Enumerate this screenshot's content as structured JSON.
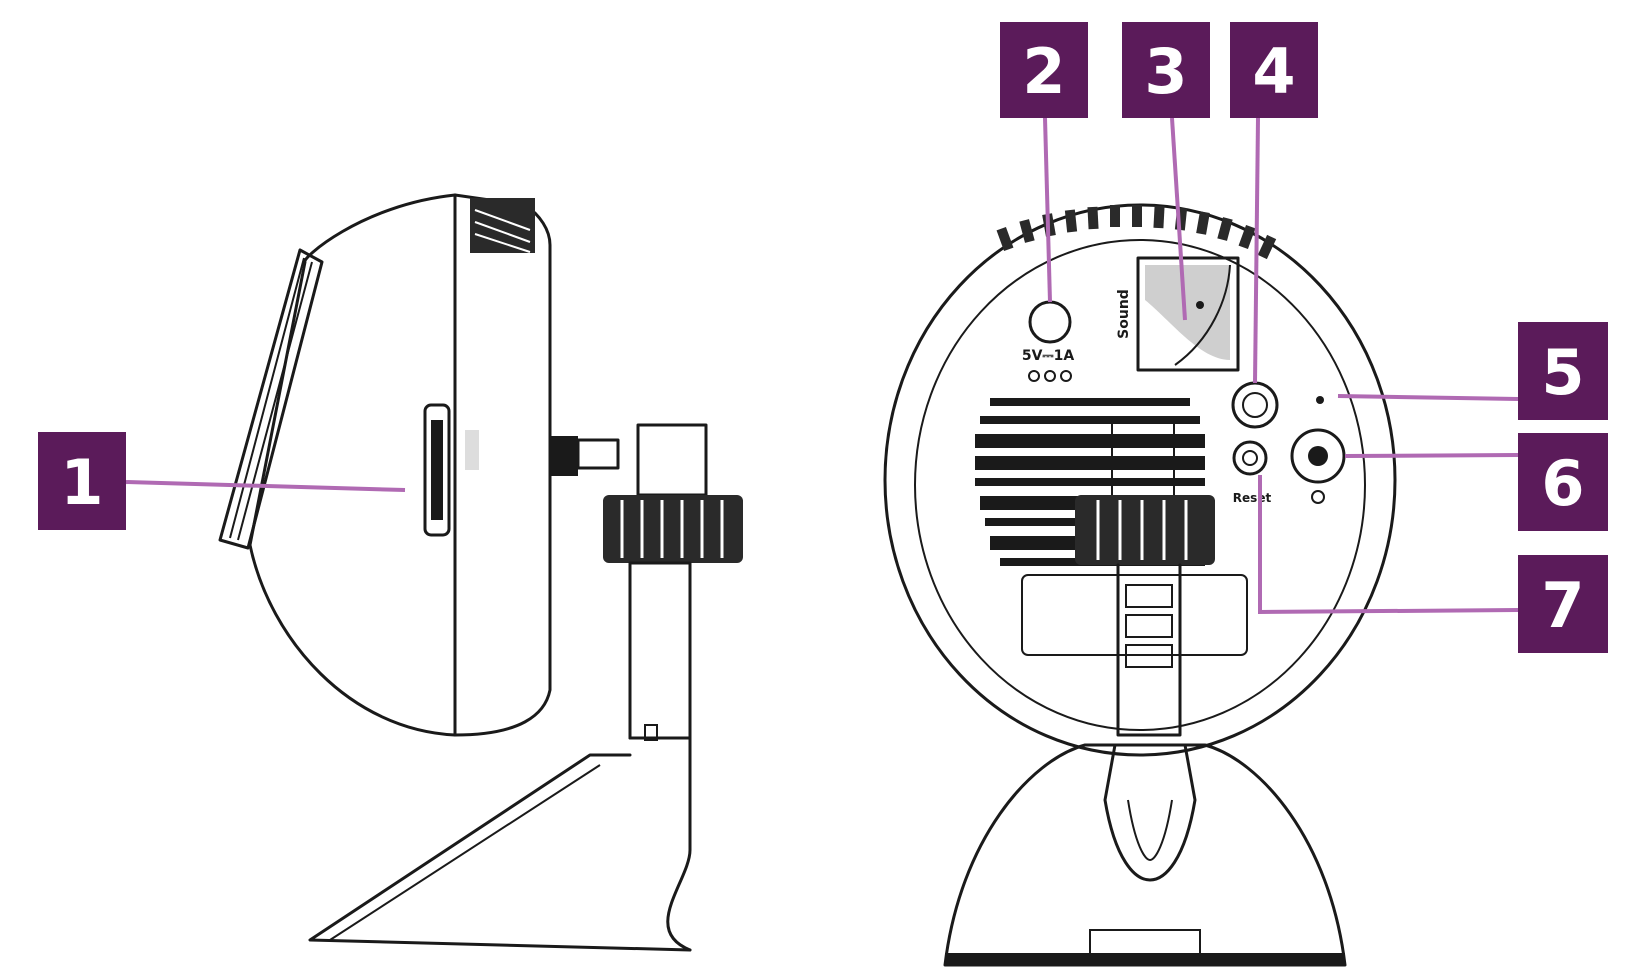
{
  "theme": {
    "callout_fill": "#5b1b5a",
    "callout_text": "#ffffff",
    "leader_line": "#b06ab3",
    "ink": "#1a1a1a"
  },
  "callouts": [
    {
      "id": "1",
      "label": "1"
    },
    {
      "id": "2",
      "label": "2"
    },
    {
      "id": "3",
      "label": "3"
    },
    {
      "id": "4",
      "label": "4"
    },
    {
      "id": "5",
      "label": "5"
    },
    {
      "id": "6",
      "label": "6"
    },
    {
      "id": "5b",
      "label": "7"
    }
  ],
  "markings": {
    "power_rating": "5V⎓1A",
    "speaker": "Sound",
    "reset": "Reset"
  }
}
